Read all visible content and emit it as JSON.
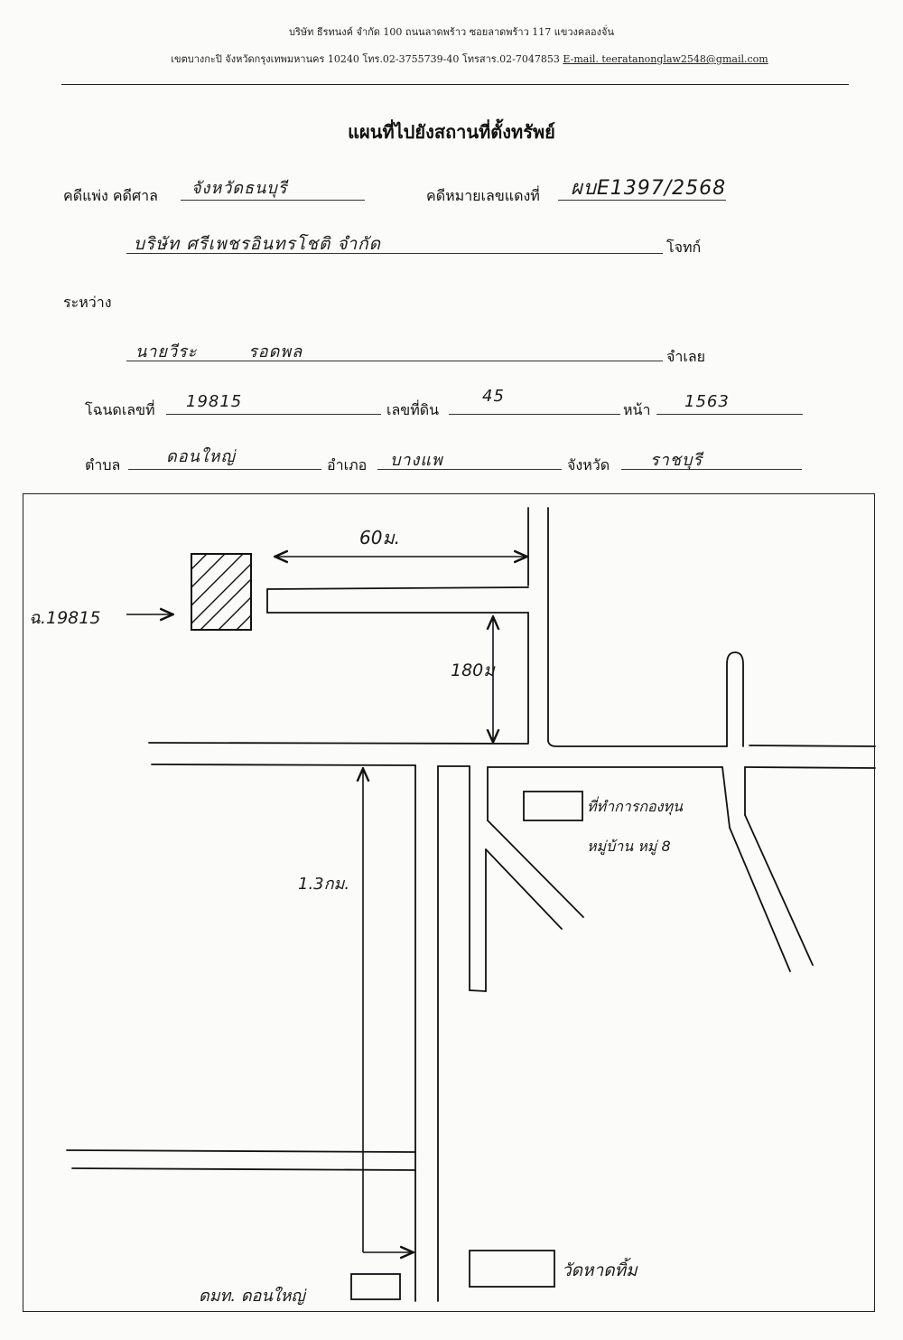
{
  "letterhead": {
    "line1": "บริษัท ธีรทนงค์ จำกัด 100 ถนนลาดพร้าว ซอยลาดพร้าว 117 แขวงคลองจั่น",
    "line2_address": "เขตบางกะปิ จังหวัดกรุงเทพมหานคร 10240 โทร.02-3755739-40 โทรสาร.02-7047853",
    "line2_email": "E-mail. teeratanonglaw2548@gmail.com"
  },
  "title": "แผนที่ไปยังสถานที่ตั้งทรัพย์",
  "form": {
    "case_type_label": "คดีแพ่ง คดีศาล",
    "court_value": "จังหวัดธนบุรี",
    "red_case_label": "คดีหมายเลขแดงที่",
    "red_case_value": "ผบE1397/2568",
    "plaintiff_value": "บริษัท ศรีเพชรอินทรโชติ จำกัด",
    "plaintiff_label": "โจทก์",
    "between_label": "ระหว่าง",
    "defendant_value": "นายวีระ รอดพล",
    "defendant_label": "จำเลย",
    "deed_label": "โฉนดเลขที่",
    "deed_value": "19815",
    "land_no_label": "เลขที่ดิน",
    "land_no_value": "45",
    "page_label": "หน้า",
    "page_value": "1563",
    "subdistrict_label": "ตำบล",
    "subdistrict_value": "ดอนใหญ่",
    "district_label": "อำเภอ",
    "district_value": "บางแพ",
    "province_label": "จังหวัด",
    "province_value": "ราชบุรี"
  },
  "map": {
    "property_label": "ฉ.19815",
    "dist_horizontal": "60ม.",
    "dist_vertical": "180ม",
    "dist_main_road": "1.3กม.",
    "landmark_office": "ที่ทำการกองทุน หมู่บ้าน หมู่ 8",
    "landmark_temple": "วัดหาดทิ้ม",
    "landmark_school": "ดมท. ดอนใหญ่"
  }
}
